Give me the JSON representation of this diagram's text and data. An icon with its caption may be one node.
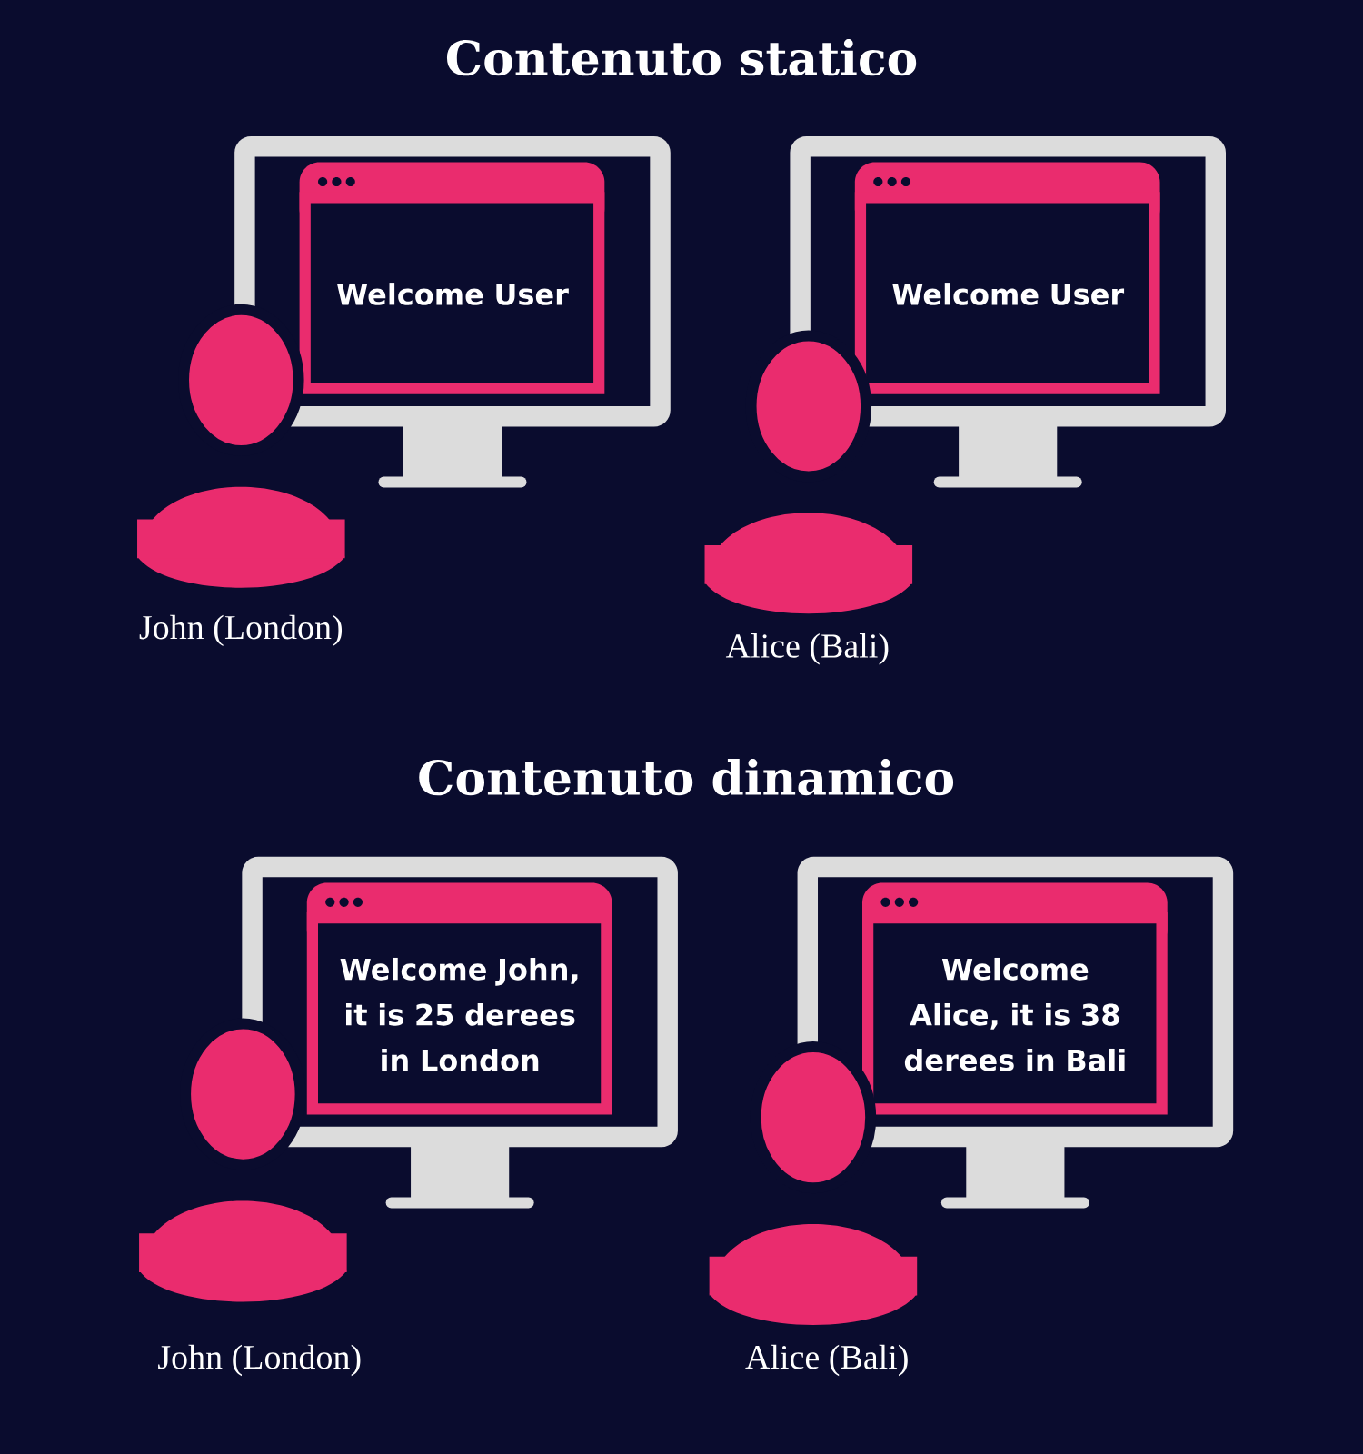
{
  "diagram": {
    "title": "Contenuto statico",
    "nodes": [
      {
        "text": [
          "Welcome User"
        ]
      },
      {
        "text": [
          "Welcome User"
        ]
      },
      {
        "text": [
          "Welcome John, it is 25 derees in London"
        ]
      },
      {
        "text": [
          "Welcome Alice, it is 38 derees in Bali"
        ]
      }
    ],
    "labels": [
      "John (London)",
      "Alice (Bali)",
      "Contenuto dinamico",
      "John (London)",
      "Alice (Bali)"
    ]
  }
}
